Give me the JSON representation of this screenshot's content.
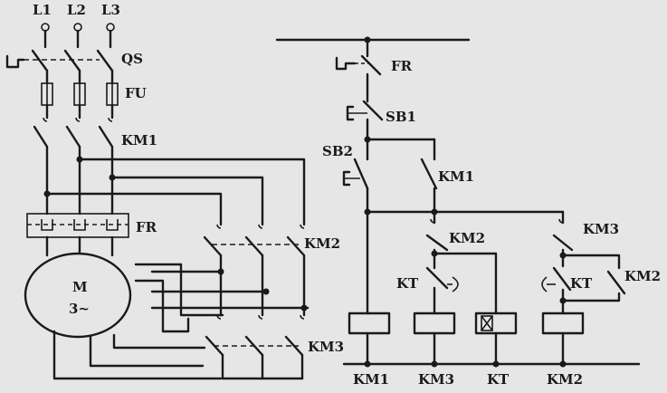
{
  "labels": {
    "l1": "L1",
    "l2": "L2",
    "l3": "L3",
    "qs": "QS",
    "fu": "FU",
    "km1_main": "KM1",
    "fr_main": "FR",
    "km2_main": "KM2",
    "km3_main": "KM3",
    "motor_m": "M",
    "motor_phase": "3~",
    "fr_ctrl": "FR",
    "sb1": "SB1",
    "sb2": "SB2",
    "km1_aux": "KM1",
    "km2_aux": "KM2",
    "km3_aux": "KM3",
    "kt_nc": "KT",
    "kt_no": "KT",
    "km2_hold": "KM2",
    "coil_km1": "KM1",
    "coil_km3": "KM3",
    "coil_kt": "KT",
    "coil_km2": "KM2"
  }
}
